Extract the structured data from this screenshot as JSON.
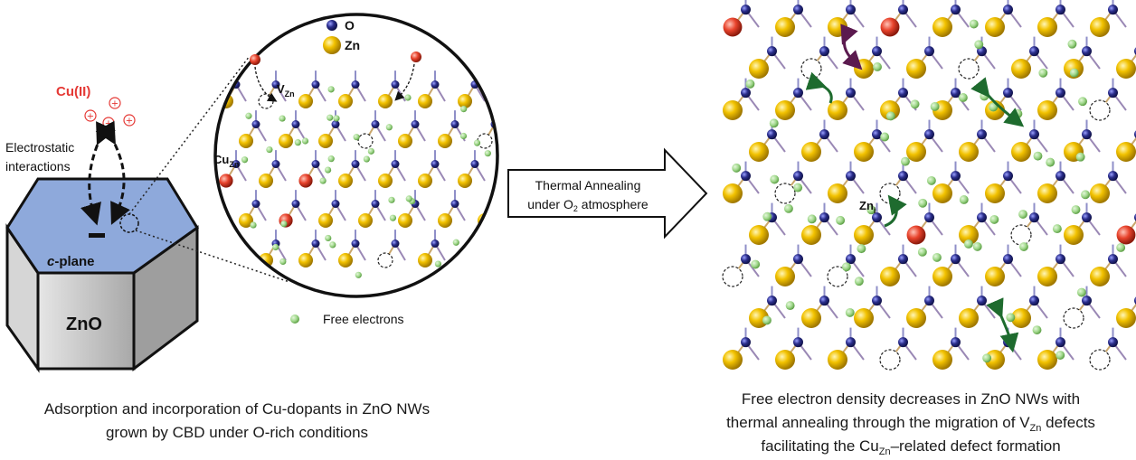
{
  "left": {
    "ion_label": "Cu(II)",
    "electrostatic_line1": "Electrostatic",
    "electrostatic_line2": "interactions",
    "plane_label": "c",
    "plane_label_rest": "-plane",
    "crystal_label": "ZnO",
    "legend_o": "O",
    "legend_zn": "Zn",
    "vacancy_label": "V",
    "vacancy_sub": "Zn",
    "cu_label": "Cu",
    "cu_sub": "Zn",
    "free_electrons": "Free electrons",
    "caption_line1": "Adsorption and incorporation of Cu-dopants in ZnO NWs",
    "caption_line2": "grown by CBD under O-rich conditions"
  },
  "arrow": {
    "line1": "Thermal Annealing",
    "line2a": "under O",
    "line2sub": "2",
    "line2b": " atmosphere"
  },
  "right": {
    "zni_label": "Zn",
    "zni_sub": "i",
    "caption_line1": "Free electron density decreases in ZnO NWs with",
    "caption_line2a": "thermal annealing through the migration of V",
    "caption_line2sub": "Zn",
    "caption_line2b": " defects",
    "caption_line3a": "facilitating the Cu",
    "caption_line3sub": "Zn",
    "caption_line3b": "–related defect formation"
  },
  "colors": {
    "o_atom": "#2b2e8c",
    "zn_atom": "#f2c200",
    "cu_atom": "#e8432c",
    "electron": "#9fd78a",
    "hex_top": "#8ea9db",
    "hex_side": "#bfbfbf",
    "migration_green": "#1e6b2e",
    "migration_purple": "#5b1a4f",
    "ion_red": "#e53935"
  }
}
